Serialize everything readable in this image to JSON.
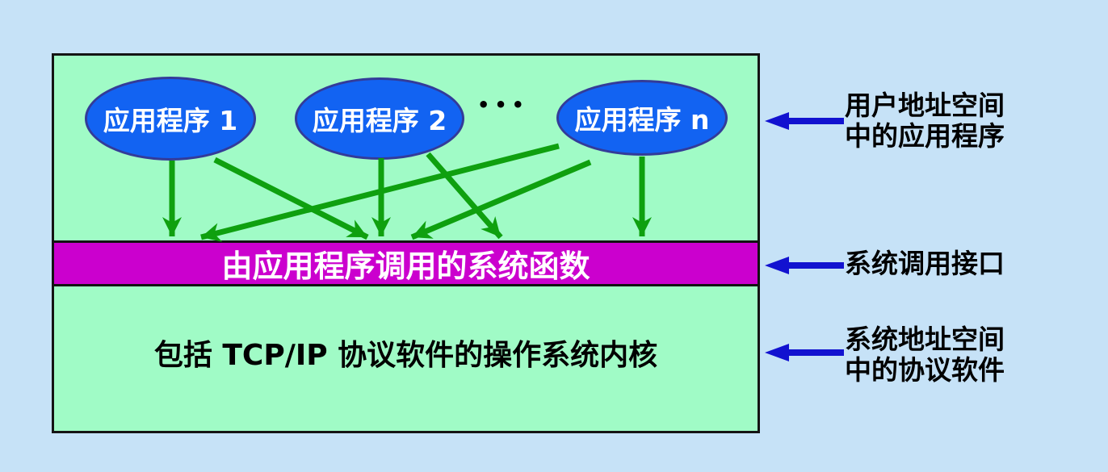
{
  "diagram": {
    "applications": [
      {
        "label": "应用程序 1"
      },
      {
        "label": "应用程序 2"
      },
      {
        "label": "应用程序 n"
      }
    ],
    "ellipsis_dots": "•••",
    "system_call_bar_label": "由应用程序调用的系统函数",
    "kernel_label": "包括 TCP/IP 协议软件的操作系统内核",
    "annotations": [
      {
        "lines": [
          "用户地址空间",
          "中的应用程序"
        ]
      },
      {
        "lines": [
          "系统调用接口"
        ]
      },
      {
        "lines": [
          "系统地址空间",
          "中的协议软件"
        ]
      }
    ],
    "colors": {
      "background": "#C6E2F7",
      "box_fill": "#A0FBC6",
      "box_border": "#141414",
      "ellipse_fill": "#1263F2",
      "ellipse_border": "#333B99",
      "bar_fill": "#CB00CE",
      "call_arrow_green": "#0FA00F",
      "annotation_arrow_blue": "#1212D0",
      "shape_text": "#FFFFFF",
      "label_text": "#000000"
    }
  }
}
